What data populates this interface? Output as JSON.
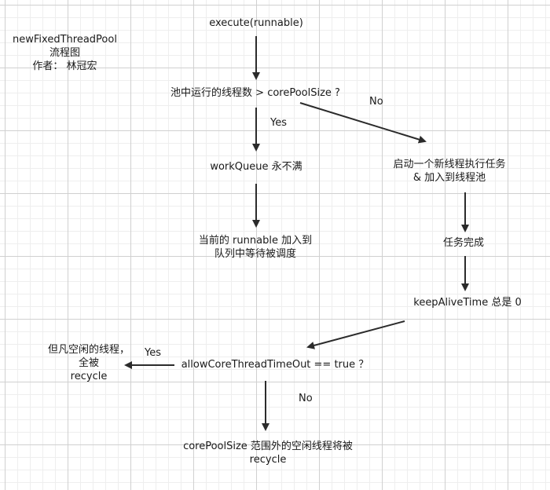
{
  "header": {
    "line1": "newFixedThreadPool",
    "line2": "流程图",
    "line3": "作者： 林冠宏"
  },
  "nodes": {
    "execute": "execute(runnable)",
    "check_core": "池中运行的线程数 > corePoolSize ?",
    "work_queue": "workQueue 永不满",
    "enqueue_line1": "当前的 runnable 加入到",
    "enqueue_line2": "队列中等待被调度",
    "start_thread_line1": "启动一个新线程执行任务",
    "start_thread_line2": "& 加入到线程池",
    "task_done": "任务完成",
    "keep_alive": "keepAliveTime 总是 0",
    "allow_timeout": "allowCoreThreadTimeOut == true ？",
    "recycle_all_line1": "但凡空闲的线程，",
    "recycle_all_line2": "全被",
    "recycle_all_line3": "recycle",
    "recycle_outside_line1": "corePoolSize 范围外的空闲线程将被",
    "recycle_outside_line2": "recycle"
  },
  "edge_labels": {
    "core_no": "No",
    "core_yes": "Yes",
    "timeout_yes": "Yes",
    "timeout_no": "No"
  },
  "colors": {
    "arrow": "#2b2b2b",
    "text": "#1a1a1a",
    "grid": "#d0d0d0"
  }
}
